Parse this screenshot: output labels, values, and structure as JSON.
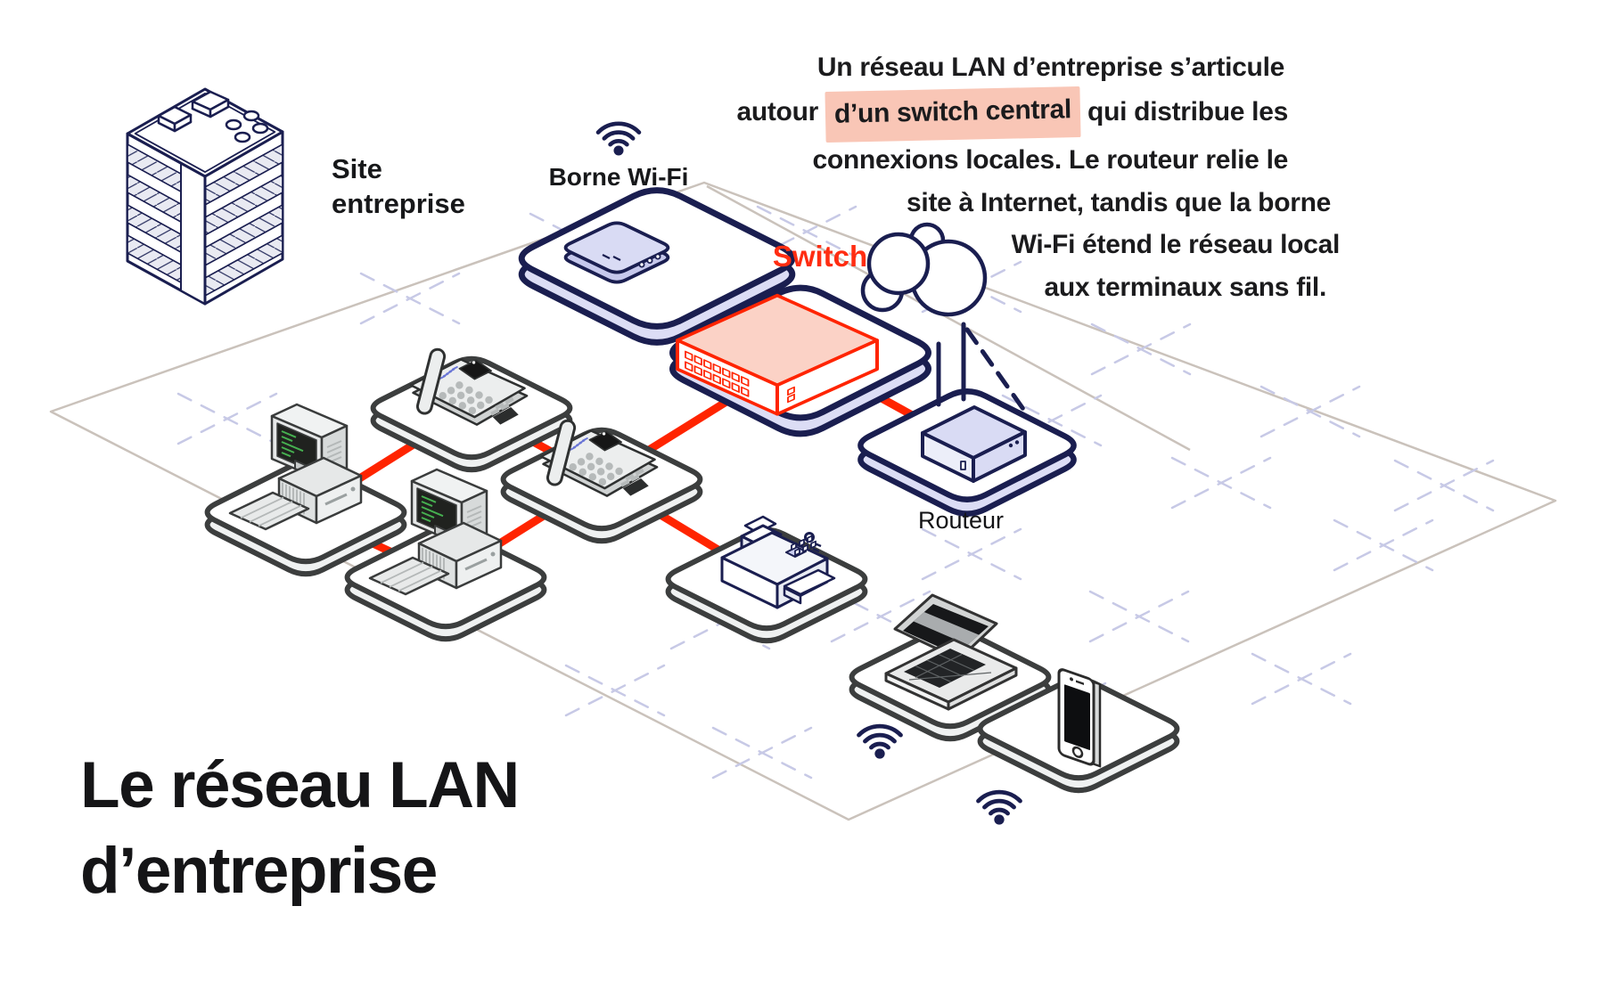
{
  "page": {
    "background": "#ffffff"
  },
  "heading": {
    "title": "Le réseau LAN\nd’entreprise"
  },
  "description": {
    "lines": [
      {
        "text": "Un réseau LAN d’entreprise s’articule"
      },
      {
        "pre": "autour ",
        "highlight": "d’un switch central",
        "post": " qui distribue les"
      },
      {
        "text": "connexions locales. Le routeur relie le"
      },
      {
        "text": "site à Internet, tandis que la borne"
      },
      {
        "text": "Wi-Fi étend le réseau local"
      },
      {
        "text": "aux terminaux sans fil."
      }
    ],
    "highlight_color": "#f9c6b6"
  },
  "labels": {
    "site": "Site\nentreprise",
    "access_point": "Borne Wi-Fi",
    "switch": "Switch",
    "router": "Routeur"
  },
  "icons": {
    "wifi": "wifi-signal-icon",
    "cloud": "internet-cloud-icon"
  },
  "colors": {
    "navy": "#1a1e50",
    "red": "#ff2400",
    "switch_label": "#ff2d12",
    "highlight": "#f9c6b6",
    "lavender": "#dcddf5",
    "tile_gray_outline": "#3c3e3e",
    "floor_line": "#cac2bb",
    "grid_dash": "#c7c9e6",
    "screen_green": "#46b050",
    "text": "#1b1b1d"
  },
  "network": {
    "nodes": [
      "site-building",
      "wifi-access-point",
      "switch",
      "router",
      "internet-cloud",
      "desk-phone-1",
      "desk-phone-2",
      "desktop-computer-1",
      "desktop-computer-2",
      "printer",
      "laptop",
      "smartphone"
    ],
    "wired_links": [
      [
        "wifi-access-point",
        "switch"
      ],
      [
        "switch",
        "router"
      ],
      [
        "switch",
        "desk-phone-2"
      ],
      [
        "desk-phone-2",
        "desk-phone-1"
      ],
      [
        "desk-phone-1",
        "desktop-computer-1"
      ],
      [
        "desktop-computer-1",
        "desktop-computer-2"
      ],
      [
        "desk-phone-2",
        "desktop-computer-2"
      ],
      [
        "desk-phone-2",
        "printer"
      ]
    ],
    "dashed_link": [
      "router",
      "internet-cloud"
    ],
    "wireless_devices": [
      "laptop",
      "smartphone"
    ]
  }
}
